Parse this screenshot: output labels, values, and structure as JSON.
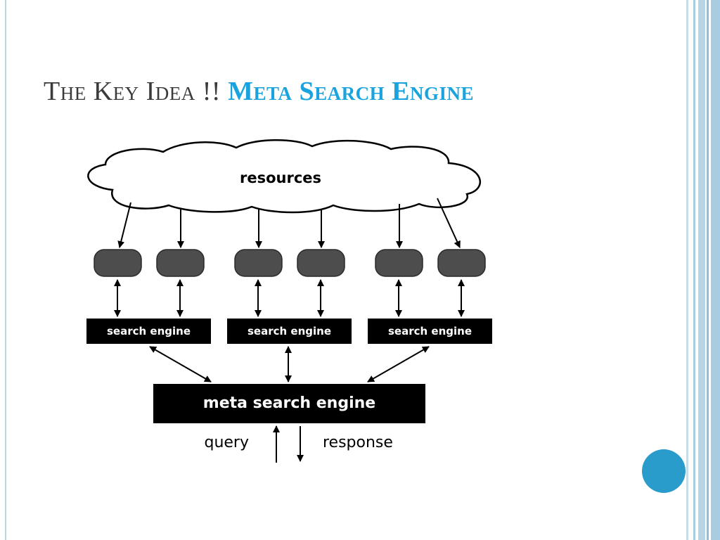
{
  "slide": {
    "title_prefix": "The Key Idea !!",
    "title_highlight": "Meta Search Engine"
  },
  "diagram": {
    "cloud_label": "resources",
    "search_engines": [
      "search engine",
      "search engine",
      "search engine"
    ],
    "meta_label": "meta search engine",
    "query_label": "query",
    "response_label": "response"
  },
  "colors": {
    "accent": "#1aa3dd",
    "circle": "#2a9ccc",
    "title": "#3a3a3a",
    "resource_node": "#4d4d4d",
    "box": "#000000",
    "frame_line": "#a9cde0"
  },
  "icons": {
    "decor_circle": "filled-circle"
  }
}
